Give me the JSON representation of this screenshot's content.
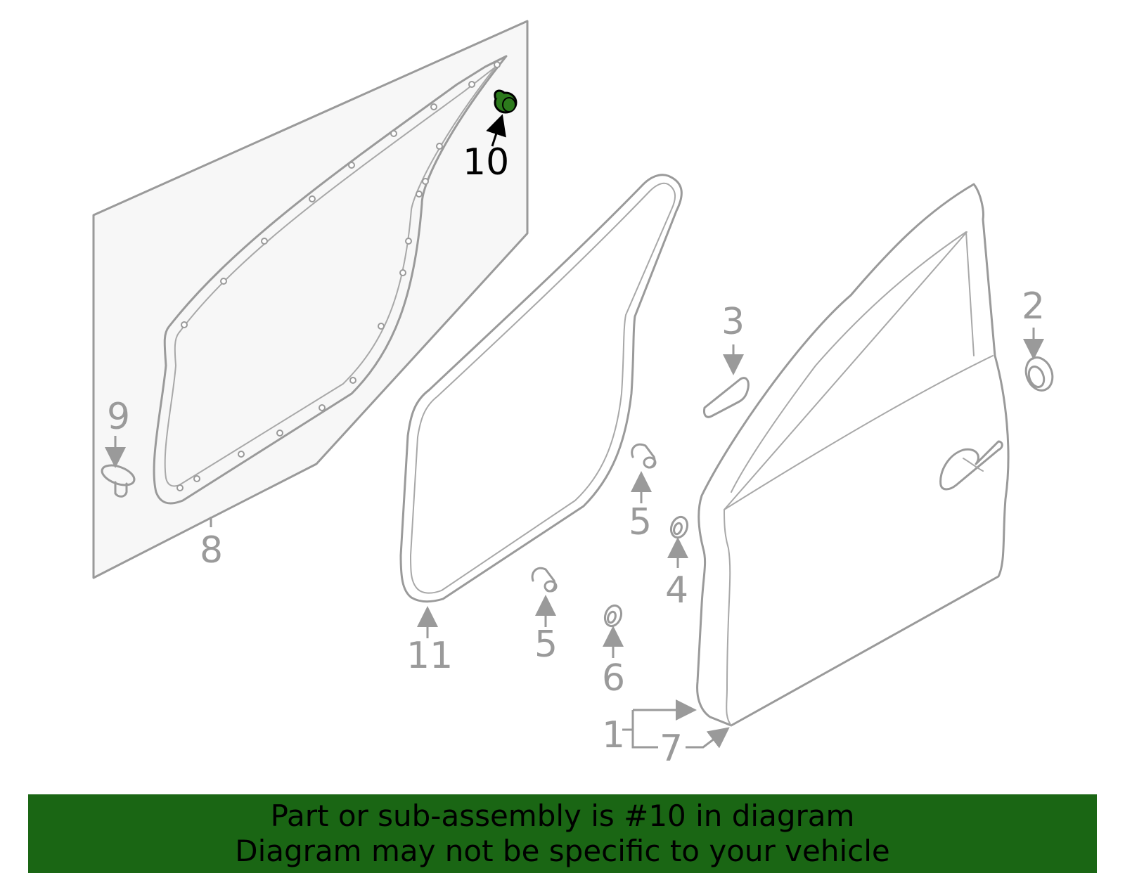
{
  "diagram": {
    "highlight_color": "#2c7a1c",
    "banner_color": "#1a6614",
    "callouts": {
      "c1": "1",
      "c2": "2",
      "c3": "3",
      "c4": "4",
      "c5a": "5",
      "c5b": "5",
      "c6": "6",
      "c7": "7",
      "c8": "8",
      "c9": "9",
      "c10": "10",
      "c11": "11"
    },
    "highlighted_part": "10"
  },
  "banner": {
    "line1": "Part or sub-assembly is #10 in diagram",
    "line2": "Diagram may not be specific to your vehicle"
  }
}
